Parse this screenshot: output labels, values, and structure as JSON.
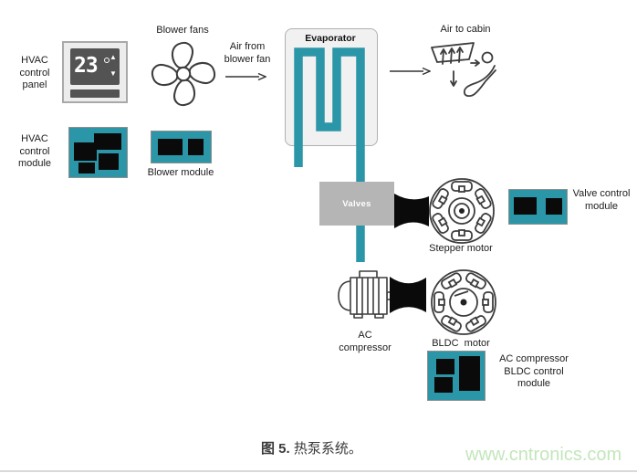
{
  "figure": {
    "caption_label": "图 5.",
    "caption_text": " 热泵系统。",
    "watermark": "www.cntronics.com"
  },
  "panel": {
    "temperature": "23",
    "up_arrow": "▲",
    "down_arrow": "▼"
  },
  "labels": {
    "hvac_panel": [
      "HVAC",
      "control",
      "panel"
    ],
    "blower_fans": "Blower fans",
    "air_from_blower": [
      "Air from",
      "blower fan"
    ],
    "evaporator": "Evaporator",
    "air_to_cabin": "Air to cabin",
    "hvac_module": [
      "HVAC",
      "control",
      "module"
    ],
    "blower_module": "Blower module",
    "valves": "Valves",
    "stepper_motor": "Stepper motor",
    "valve_control_module": [
      "Valve control",
      "module"
    ],
    "ac_compressor": [
      "AC",
      "compressor"
    ],
    "bldc_motor": "BLDC  motor",
    "ac_bldc_module": [
      "AC compressor",
      "BLDC control",
      "module"
    ]
  },
  "colors": {
    "pipe_teal": "#2a96a7",
    "module_teal": "#2a96a7",
    "chip_black": "#0a0a0a",
    "valves_gray": "#b5b5b5",
    "icon_outline": "#3d3d3d",
    "watermark_green": "#c3e6bb",
    "display_gray": "#535353"
  }
}
